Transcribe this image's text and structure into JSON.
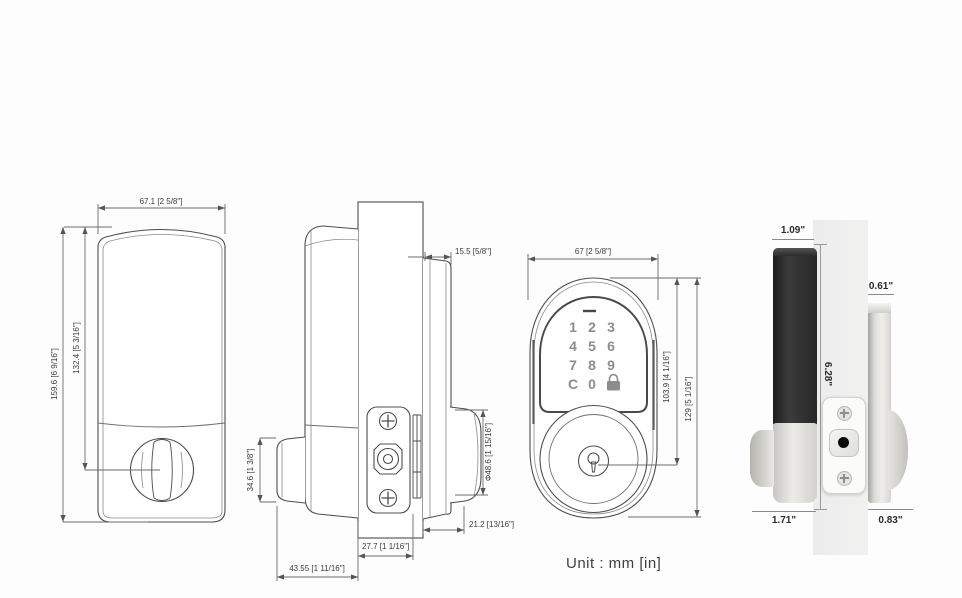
{
  "unit_label": "Unit : mm [in]",
  "views": {
    "interior_front": {
      "dim_width": "67.1 [2 5/8\"]",
      "dim_height_total": "159.6 [6 9/16\"]",
      "dim_height_to_knob_center": "132.4 [5 3/16\"]"
    },
    "side_profile": {
      "dim_exterior_plate_depth": "15.5 [5/8\"]",
      "dim_thumbturn_height": "34.6 [1 3/8\"]",
      "dim_rose_diameter": "Φ48.6 [1 15/16\"]",
      "dim_exterior_depth": "21.2 [13/16\"]",
      "dim_door_thickness": "27.7 [1 1/16\"]",
      "dim_interior_depth": "43.55 [1 11/16\"]"
    },
    "exterior_front": {
      "dim_width": "67 [2 5/8\"]",
      "dim_height_to_cylinder": "103.9 [4 1/16\"]",
      "dim_height_total": "129 [5 1/16\"]",
      "keypad_keys": [
        "1",
        "2",
        "3",
        "4",
        "5",
        "6",
        "7",
        "8",
        "9",
        "C",
        "0"
      ]
    },
    "photo_side": {
      "dim_interior_top_width": "1.09\"",
      "dim_exterior_top_width": "0.61\"",
      "dim_height": "6.28\"",
      "dim_interior_bottom_width": "1.71\"",
      "dim_exterior_bottom_width": "0.83\""
    }
  }
}
